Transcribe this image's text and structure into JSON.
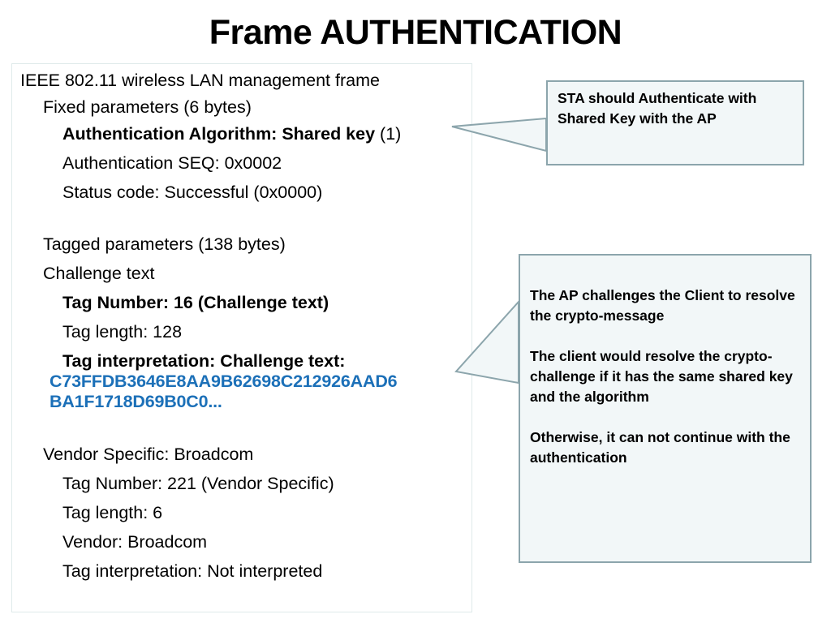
{
  "slide": {
    "title": "Frame AUTHENTICATION"
  },
  "colors": {
    "hex_blue": "#1C70B8",
    "callout_fill": "#F2F7F8",
    "callout_border": "#8CA5AC",
    "panel_border": "#dfeaea",
    "text": "#000000"
  },
  "packet_panel": {
    "lines": [
      {
        "id": "root",
        "indent": 0,
        "bold": false,
        "text": "IEEE 802.11 wireless LAN management frame"
      },
      {
        "id": "fixed-params",
        "indent": 1,
        "bold": false,
        "text": "Fixed parameters (6 bytes)"
      },
      {
        "id": "auth-algorithm",
        "indent": 2,
        "bold": true,
        "text": "Authentication Algorithm: Shared key",
        "suffix": " (1)"
      },
      {
        "id": "auth-seq",
        "indent": 2,
        "bold": false,
        "text": "Authentication SEQ: 0x0002"
      },
      {
        "id": "status-code",
        "indent": 2,
        "bold": false,
        "text": "Status code: Successful (0x0000)"
      },
      {
        "id": "tagged-params",
        "indent": 1,
        "bold": false,
        "text": "Tagged parameters (138 bytes)"
      },
      {
        "id": "challenge-text",
        "indent": 1,
        "bold": false,
        "text": "Challenge text"
      },
      {
        "id": "tag-number-16",
        "indent": 2,
        "bold": true,
        "text": "Tag Number: 16 (Challenge text)"
      },
      {
        "id": "tag-length-128",
        "indent": 2,
        "bold": false,
        "text": "Tag length: 128"
      },
      {
        "id": "tag-interp-challenge",
        "indent": 2,
        "bold": true,
        "text": "Tag interpretation: Challenge text:"
      },
      {
        "id": "hex-line-1",
        "indent": 3,
        "bold": true,
        "text": "C73FFDB3646E8AA9B62698C212926AAD6"
      },
      {
        "id": "hex-line-2",
        "indent": 3,
        "bold": true,
        "text": "BA1F1718D69B0C0..."
      },
      {
        "id": "vendor-specific",
        "indent": 1,
        "bold": false,
        "text": "Vendor Specific: Broadcom"
      },
      {
        "id": "tag-number-221",
        "indent": 2,
        "bold": false,
        "text": "Tag Number: 221 (Vendor Specific)"
      },
      {
        "id": "tag-length-6",
        "indent": 2,
        "bold": false,
        "text": "Tag length: 6"
      },
      {
        "id": "vendor-broadcom",
        "indent": 2,
        "bold": false,
        "text": "Vendor: Broadcom"
      },
      {
        "id": "tag-interp-not",
        "indent": 2,
        "bold": false,
        "text": "Tag interpretation: Not interpreted"
      }
    ],
    "line_map": {
      "root": "IEEE 802.11 wireless LAN management frame",
      "fixed_params": "Fixed parameters (6 bytes)",
      "auth_algorithm_bold": "Authentication Algorithm: Shared key",
      "auth_algorithm_suffix": " (1)",
      "auth_seq": "Authentication SEQ: 0x0002",
      "status_code": "Status code: Successful (0x0000)",
      "tagged_params": "Tagged parameters (138 bytes)",
      "challenge_text": "Challenge text",
      "tag_number_16": "Tag Number: 16 (Challenge text)",
      "tag_length_128": "Tag length: 128",
      "tag_interp_challenge": "Tag interpretation: Challenge text:",
      "hex_line_1": "C73FFDB3646E8AA9B62698C212926AAD6",
      "hex_line_2": "BA1F1718D69B0C0...",
      "vendor_specific": "Vendor Specific: Broadcom",
      "tag_number_221": "Tag Number: 221 (Vendor Specific)",
      "tag_length_6": "Tag length: 6",
      "vendor_broadcom": "Vendor: Broadcom",
      "tag_interp_not": "Tag interpretation: Not interpreted"
    }
  },
  "callouts": {
    "sta": {
      "text": "STA should Authenticate with Shared Key with the AP",
      "points_to": "auth-algorithm"
    },
    "ap": {
      "paragraphs": [
        "The AP challenges the Client to resolve the crypto-message",
        "The client would resolve the crypto-challenge if it has the same shared key and the algorithm",
        "Otherwise, it can not continue with the authentication"
      ],
      "points_to": "hex-line-1"
    }
  }
}
